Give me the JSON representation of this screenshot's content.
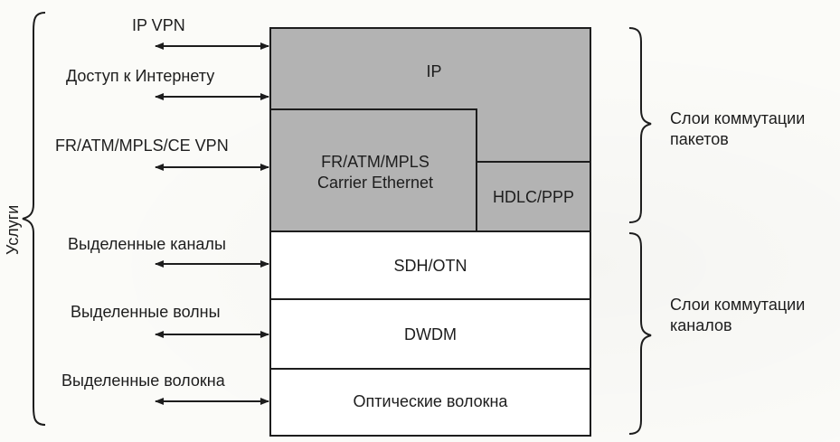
{
  "services_title": "Услуги",
  "services": [
    "IP VPN",
    "Доступ к Интернету",
    "FR/ATM/MPLS/CE VPN",
    "Выделенные каналы",
    "Выделенные волны",
    "Выделенные волокна"
  ],
  "layers": {
    "ip": "IP",
    "fr_atm_mpls_line1": "FR/ATM/MPLS",
    "fr_atm_mpls_line2": "Carrier Ethernet",
    "hdlc_ppp": "HDLC/PPP",
    "sdh_otn": "SDH/OTN",
    "dwdm": "DWDM",
    "optical_fibers": "Оптические волокна"
  },
  "groups": {
    "packet_line1": "Слои коммутации",
    "packet_line2": "пакетов",
    "circuit_line1": "Слои коммутации",
    "circuit_line2": "каналов"
  },
  "colors": {
    "packet_fill": "#b3b3b3",
    "circuit_fill": "#ffffff",
    "line": "#1d1d1d"
  }
}
